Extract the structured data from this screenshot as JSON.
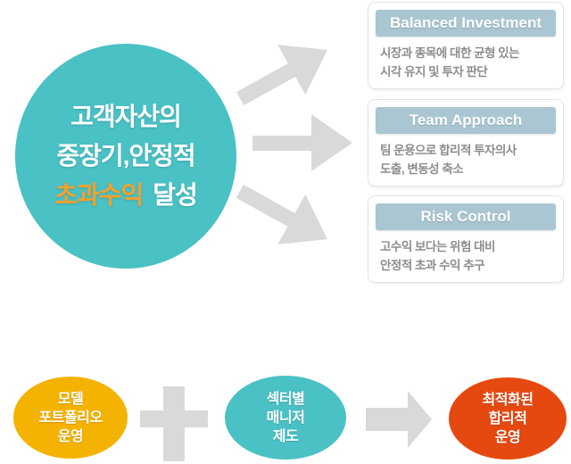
{
  "goal": {
    "line1": "고객자산의",
    "line2": "중장기,안정적",
    "highlight_word": "초과수익",
    "suffix_word": "달성",
    "bg_color": "#4ac1c5",
    "highlight_color": "#f2a12d",
    "text_color": "#ffffff"
  },
  "principles": [
    {
      "title": "Balanced Investment",
      "desc1": "시장과 종목에 대한 균형 있는",
      "desc2": "시각 유지 및 투자 판단"
    },
    {
      "title": "Team Approach",
      "desc1": "팀 운용으로 합리적 투자의사",
      "desc2": "도출, 변동성 축소"
    },
    {
      "title": "Risk Control",
      "desc1": "고수익 보다는 위험 대비",
      "desc2": "안정적 초과 수익 추구"
    }
  ],
  "synergy": {
    "left": {
      "line1": "모델",
      "line2": "포트폴리오",
      "line3": "운영",
      "color": "#f5b301"
    },
    "middle": {
      "line1": "섹터별",
      "line2": "매니저",
      "line3": "제도",
      "color": "#4ac1c5"
    },
    "result": {
      "line1": "최적화된",
      "line2": "합리적",
      "line3": "운영",
      "color": "#e6490f"
    }
  },
  "colors": {
    "arrow_gray": "#d9d9d9",
    "card_header_blue": "#a9c6d2",
    "card_border": "#dde5ea",
    "card_desc_gray": "#8d8d8d",
    "background": "#ffffff"
  }
}
